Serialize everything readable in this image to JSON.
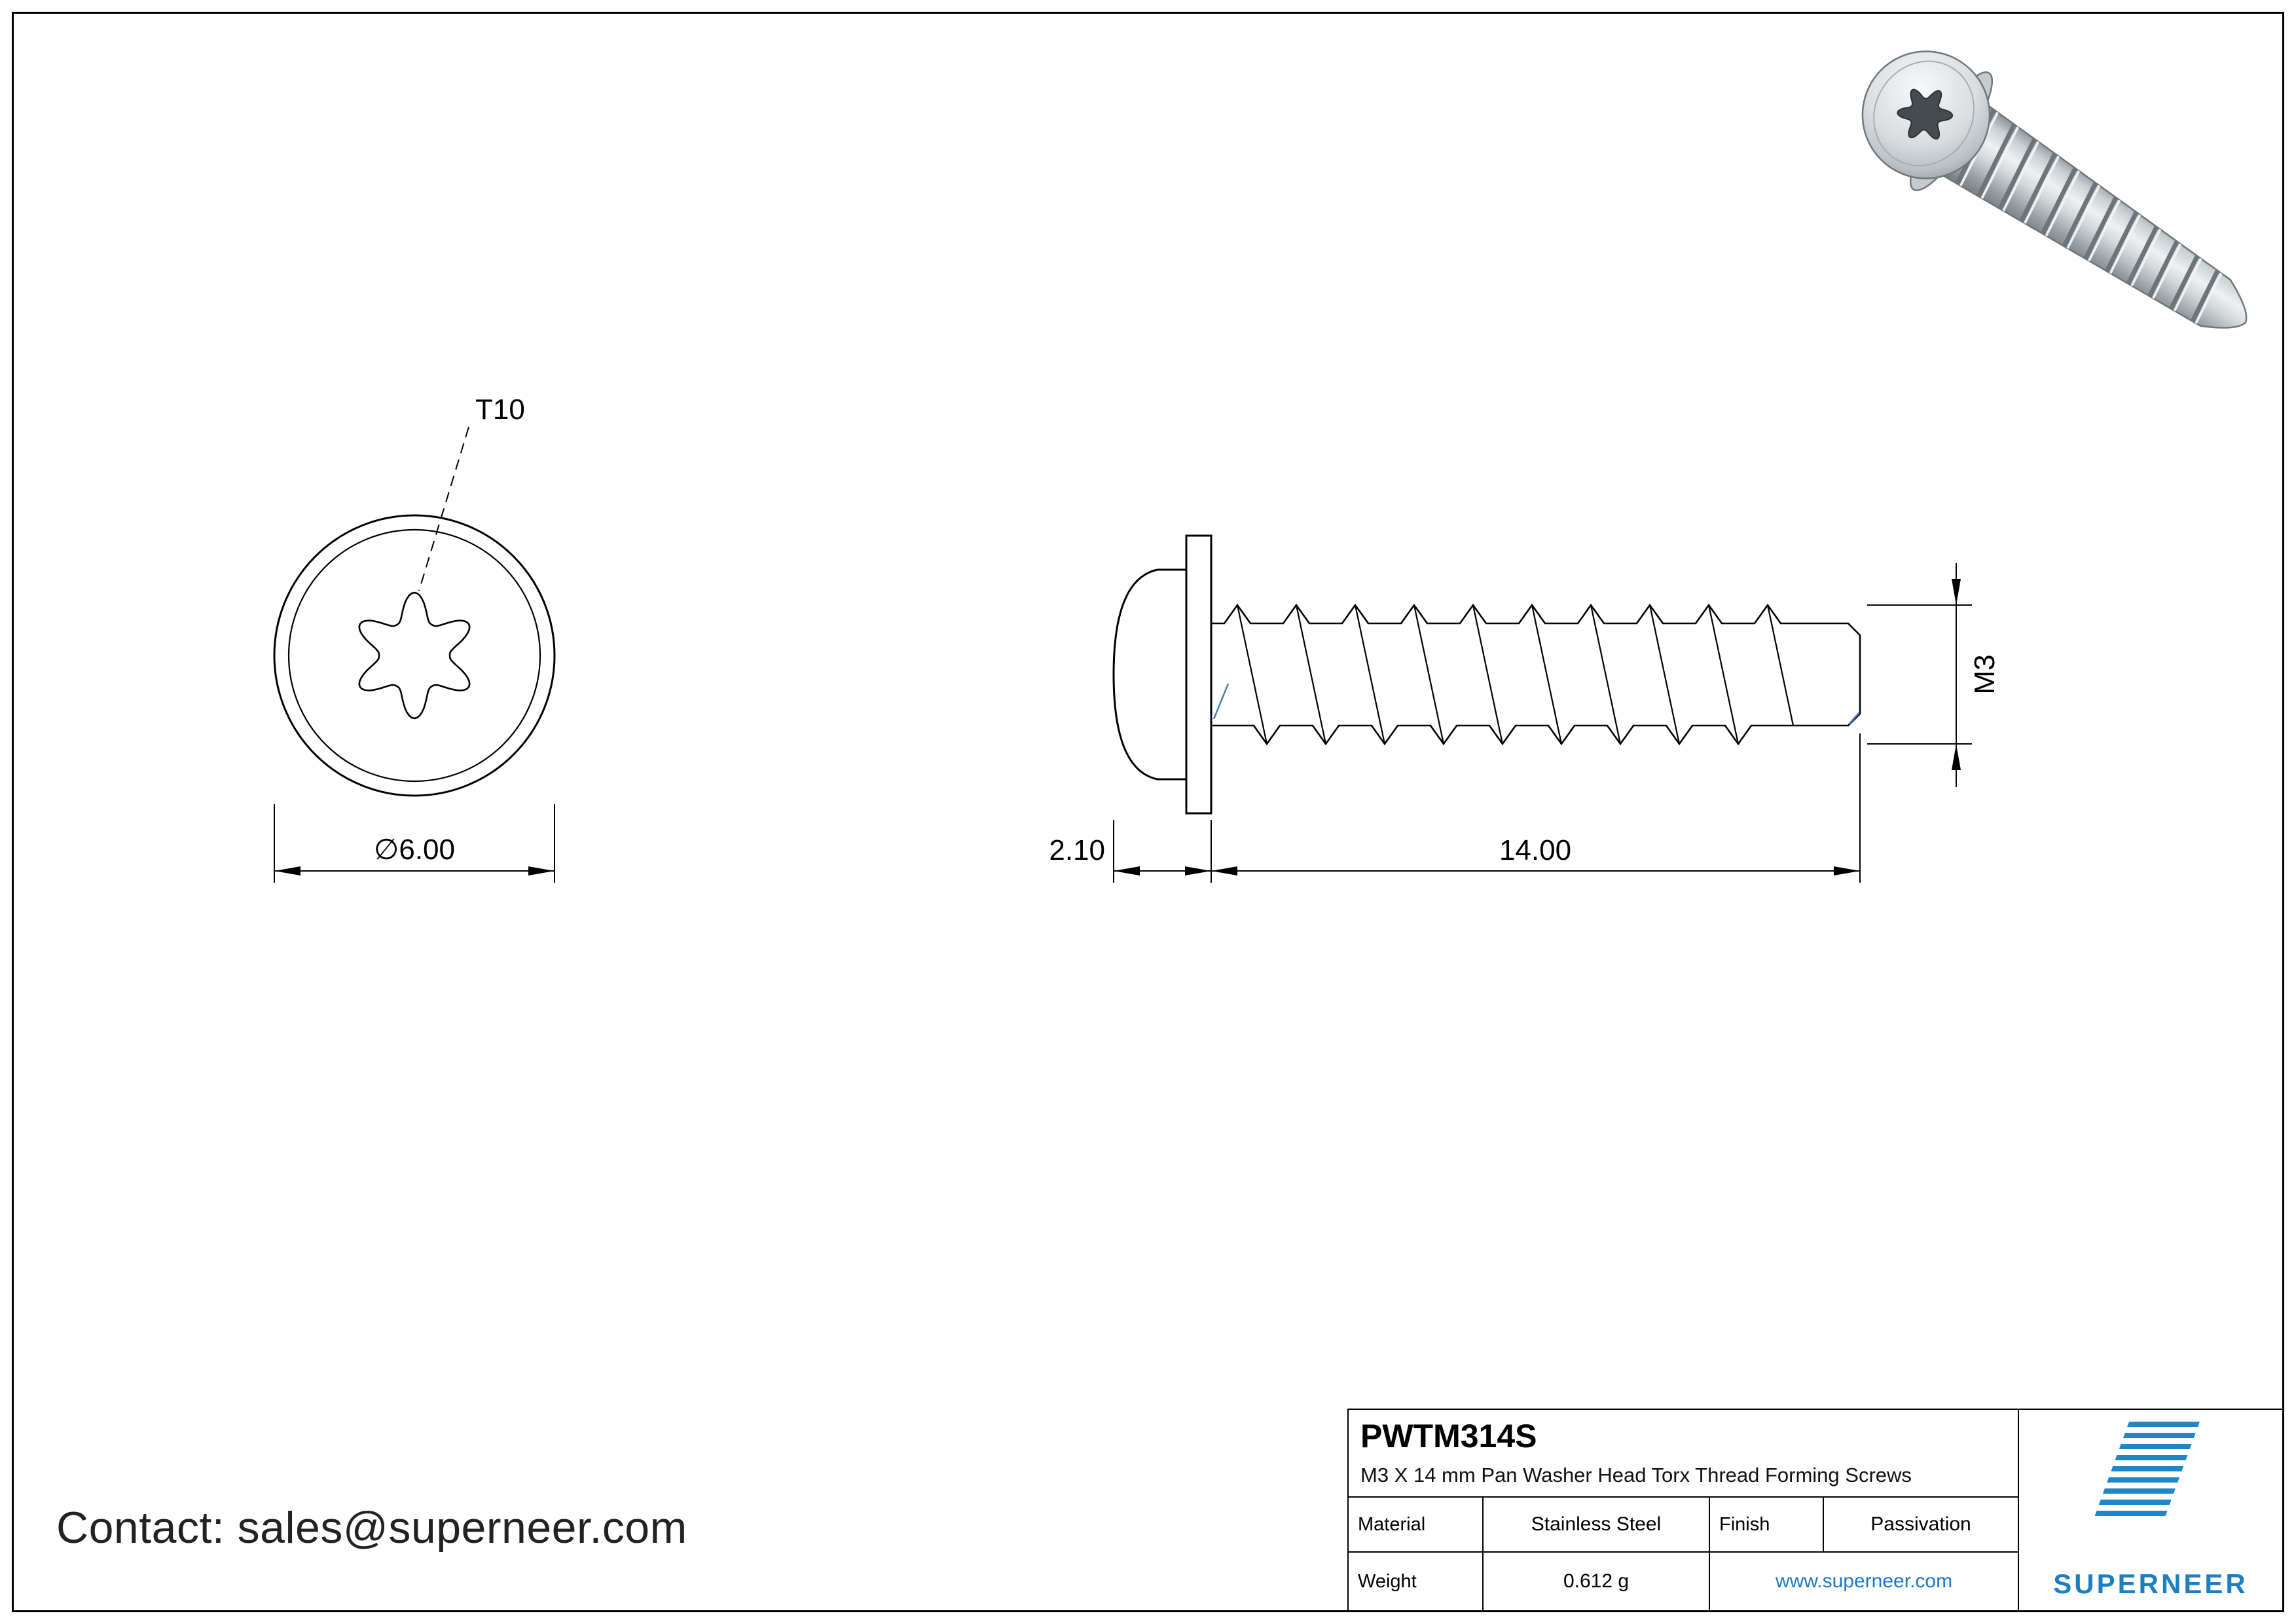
{
  "colors": {
    "accent_blue": "#1c85c8",
    "line_black": "#000000",
    "detail_blue": "#4a7fb5"
  },
  "contact": {
    "line": "Contact: sales@superneer.com"
  },
  "front_view": {
    "torx_label": "T10",
    "diameter_label": "∅6.00"
  },
  "side_view": {
    "head_height_label": "2.10",
    "length_label": "14.00",
    "thread_size_label": "M3"
  },
  "title_block": {
    "part_number": "PWTM314S",
    "description": "M3 X 14 mm Pan Washer Head Torx Thread Forming Screws",
    "material_label": "Material",
    "material_value": "Stainless Steel",
    "finish_label": "Finish",
    "finish_value": "Passivation",
    "weight_label": "Weight",
    "weight_value": "0.612 g",
    "website": "www.superneer.com",
    "brand_name": "SUPERNEER"
  }
}
